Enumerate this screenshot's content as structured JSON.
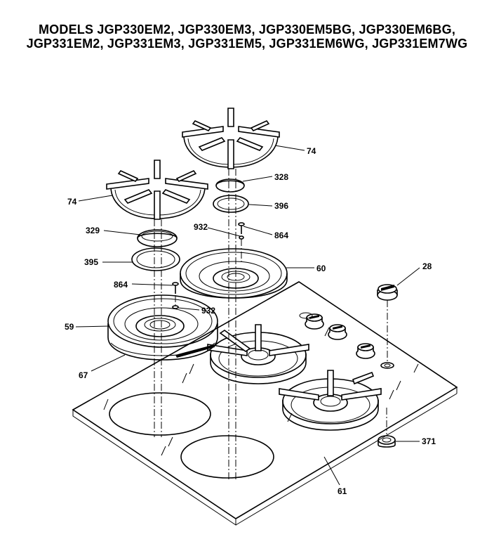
{
  "title": {
    "line1": "MODELS JGP330EM2, JGP330EM3, JGP330EM5BG, JGP330EM6BG,",
    "line2": "JGP331EM2, JGP331EM3, JGP331EM5, JGP331EM6WG, JGP331EM7WG"
  },
  "callouts": {
    "grate_right": "74",
    "grate_left": "74",
    "cap_328": "328",
    "ring_396": "396",
    "cap_329": "329",
    "screw_932_top": "932",
    "screw_864_top": "864",
    "ring_395": "395",
    "bowl_60": "60",
    "knob_28": "28",
    "screw_864_left": "864",
    "screw_932_left": "932",
    "bowl_59": "59",
    "bowl_67": "67",
    "grommet_371": "371",
    "cooktop_61": "61"
  }
}
